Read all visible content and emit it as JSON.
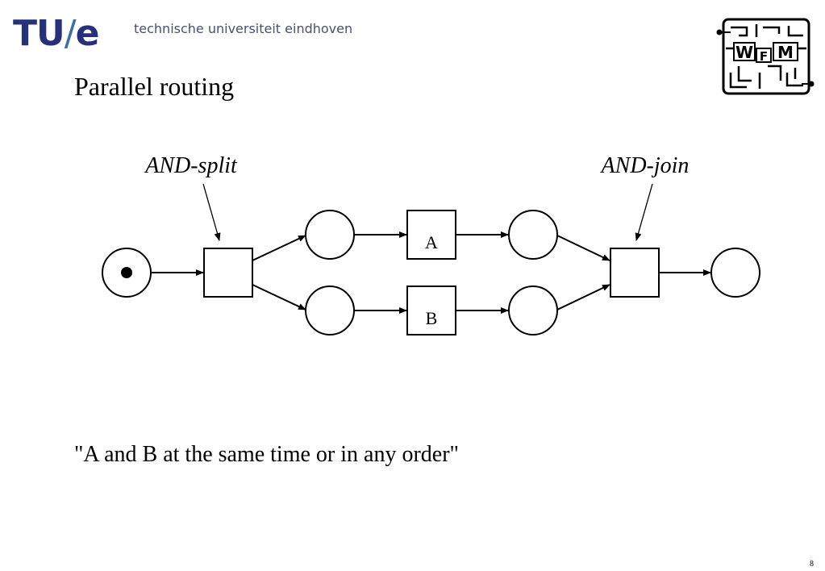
{
  "header": {
    "logo_main": "TU",
    "logo_slash": "/",
    "logo_e": "e",
    "logo_subtitle": "technische universiteit eindhoven",
    "brand_color": "#27307a"
  },
  "slide": {
    "title": "Parallel routing",
    "quote": "\"A and B at the same time or in any order\"",
    "page_number": "8"
  },
  "diagram": {
    "split_label": "AND-split",
    "join_label": "AND-join",
    "transition_a": "A",
    "transition_b": "B"
  },
  "wfm_logo": {
    "letters": [
      "W",
      "F",
      "M"
    ]
  }
}
